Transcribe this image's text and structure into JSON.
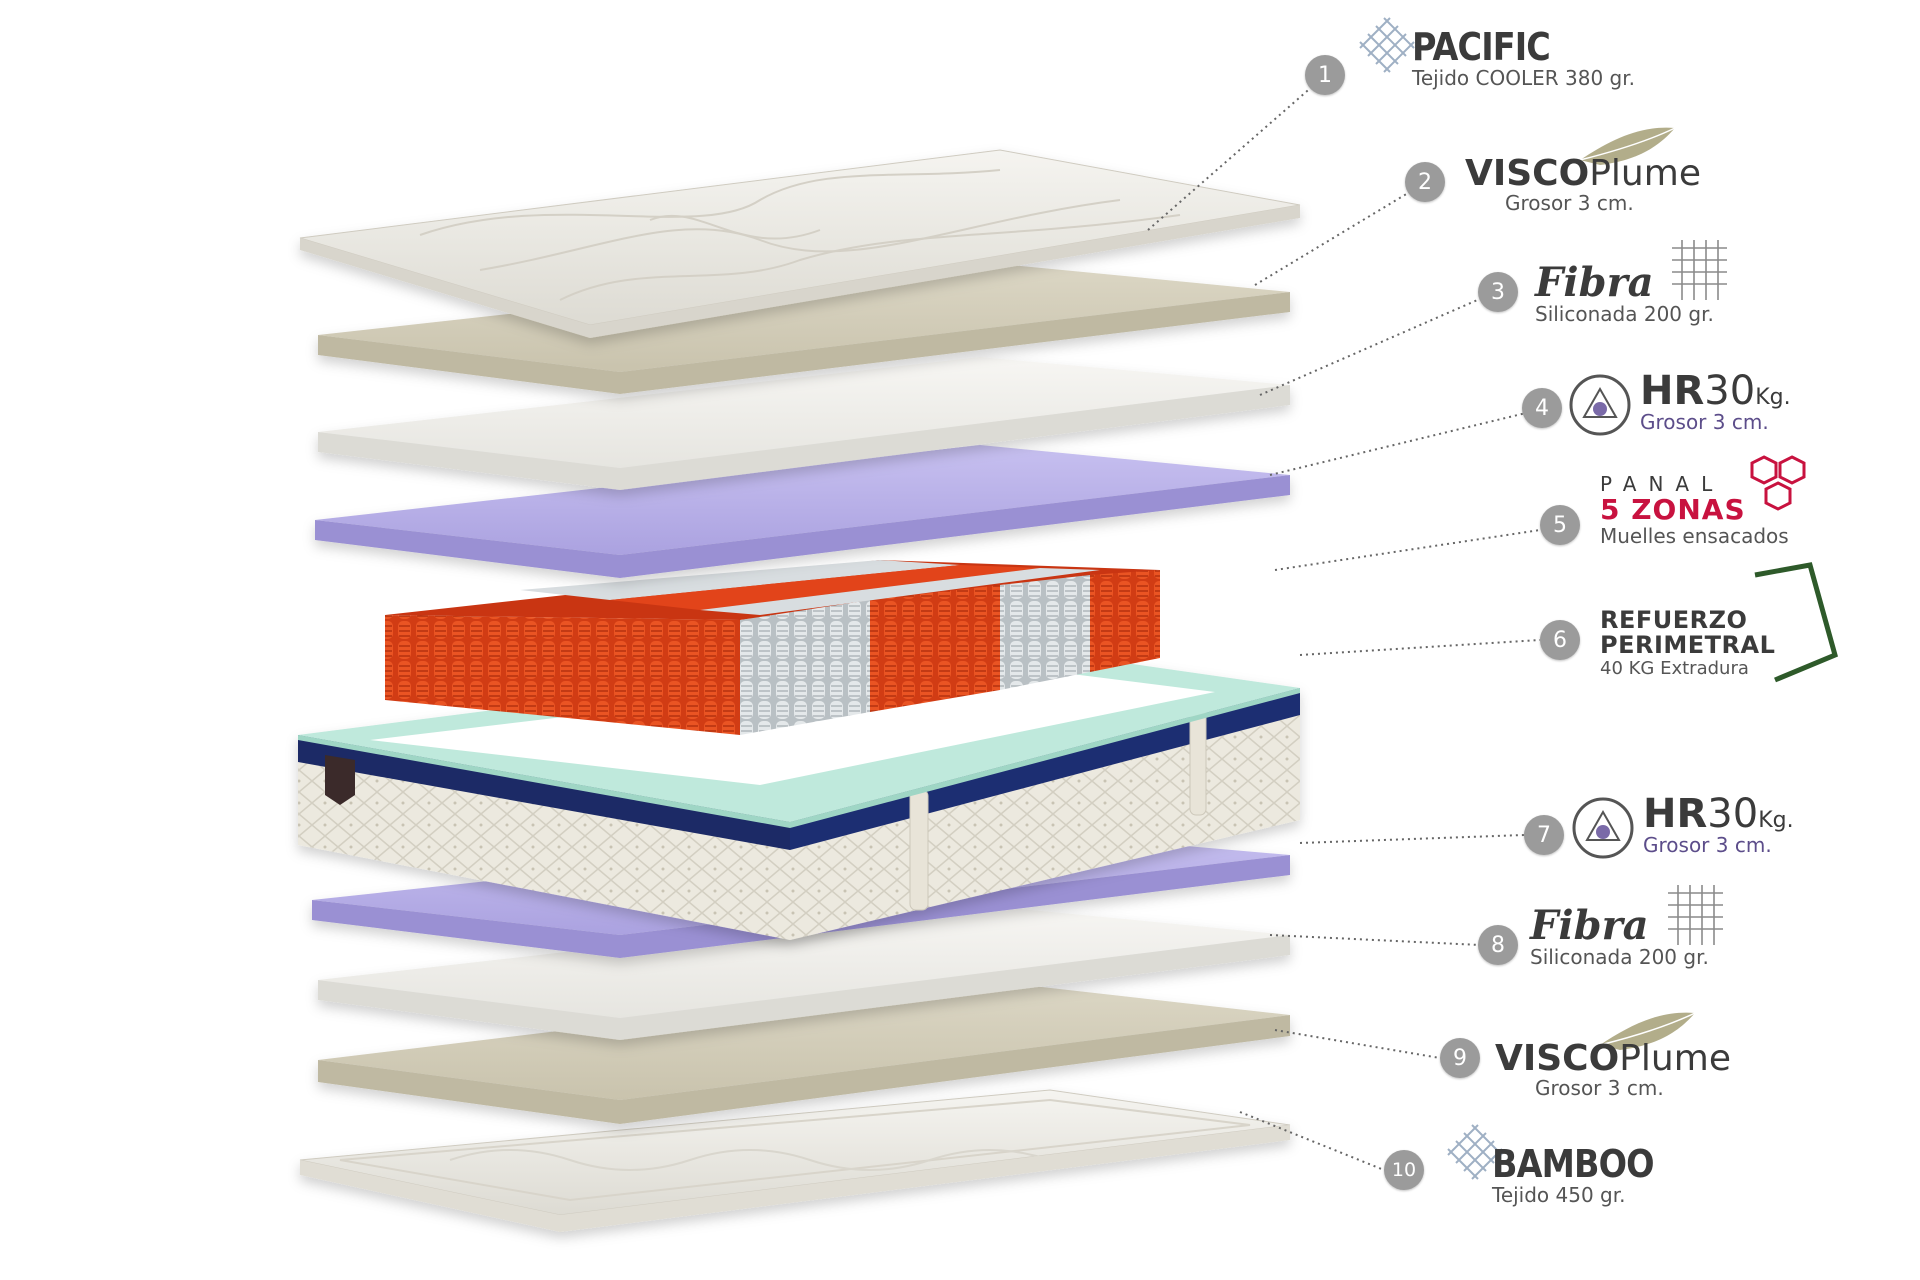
{
  "layers": [
    {
      "number": "1",
      "title": "PACIFIC",
      "subtitle": "Tejido COOLER 380 gr.",
      "icon": "mesh-icon"
    },
    {
      "number": "2",
      "title_bold": "VISCO",
      "title_light": "Plume",
      "subtitle": "Grosor 3 cm.",
      "icon": "feather-icon"
    },
    {
      "number": "3",
      "title": "Fibra",
      "subtitle": "Siliconada 200 gr.",
      "icon": "grid-icon"
    },
    {
      "number": "4",
      "title_bold": "HR",
      "title_num": "30",
      "title_unit": "Kg.",
      "subtitle": "Grosor 3 cm.",
      "icon": "hr-density-icon"
    },
    {
      "number": "5",
      "title_top": "PANAL",
      "title_bottom": "5 ZONAS",
      "subtitle": "Muelles ensacados",
      "icon": "honeycomb-icon"
    },
    {
      "number": "6",
      "title_line1": "REFUERZO",
      "title_line2": "PERIMETRAL",
      "subtitle": "40 KG Extradura",
      "icon": "perimeter-frame-icon"
    },
    {
      "number": "7",
      "title_bold": "HR",
      "title_num": "30",
      "title_unit": "Kg.",
      "subtitle": "Grosor 3 cm.",
      "icon": "hr-density-icon"
    },
    {
      "number": "8",
      "title": "Fibra",
      "subtitle": "Siliconada 200 gr.",
      "icon": "grid-icon"
    },
    {
      "number": "9",
      "title_bold": "VISCO",
      "title_light": "Plume",
      "subtitle": "Grosor 3 cm.",
      "icon": "feather-icon"
    },
    {
      "number": "10",
      "title": "BAMBOO",
      "subtitle": "Tejido 450 gr.",
      "icon": "mesh-icon"
    }
  ],
  "colors": {
    "badge": "#9b9b9b",
    "quilted_cover": "#ecebe6",
    "visco_layer": "#d7d2bf",
    "fiber_layer": "#f1f0ec",
    "hr_foam_layer": "#b9b1e8",
    "pocket_springs": "#e2441a",
    "firm_springs": "#d8dde0",
    "perimeter_frame": "#bfe9dc",
    "piping": "#1b2a66",
    "panal_accent": "#c8123f",
    "refuerzo_frame": "#2e5a2a",
    "hr_text": "#5c4d8a"
  }
}
